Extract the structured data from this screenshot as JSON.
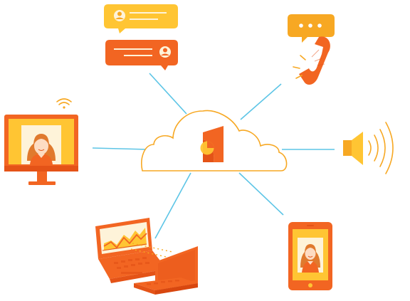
{
  "diagram": {
    "hub": {
      "icon": "cloud-logo-icon"
    },
    "nodes": [
      {
        "id": "chat",
        "icon": "chat-bubbles-icon"
      },
      {
        "id": "phone",
        "icon": "phone-call-icon"
      },
      {
        "id": "video-monitor",
        "icon": "video-monitor-icon"
      },
      {
        "id": "speaker",
        "icon": "speaker-icon"
      },
      {
        "id": "laptops",
        "icon": "laptop-analytics-icon"
      },
      {
        "id": "mobile",
        "icon": "mobile-video-icon"
      }
    ]
  },
  "colors": {
    "orange": "#F26522",
    "amber": "#F7A823",
    "yellow": "#FFC533",
    "connector": "#5DC5E6",
    "skin": "#FDDCC3",
    "hair": "#E07A2E",
    "cream": "#FEF3D9",
    "dark_orange": "#E45317"
  }
}
